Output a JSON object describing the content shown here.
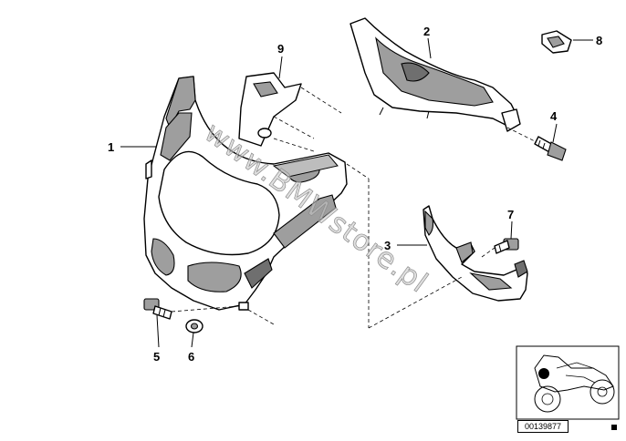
{
  "callouts": [
    {
      "id": "1",
      "label": "1"
    },
    {
      "id": "2",
      "label": "2"
    },
    {
      "id": "3",
      "label": "3"
    },
    {
      "id": "4",
      "label": "4"
    },
    {
      "id": "5",
      "label": "5"
    },
    {
      "id": "6",
      "label": "6"
    },
    {
      "id": "7",
      "label": "7"
    },
    {
      "id": "8",
      "label": "8"
    },
    {
      "id": "9",
      "label": "9"
    }
  ],
  "watermark": "www.BMWstore.pl",
  "reference_number": "00139877",
  "colors": {
    "line": "#000000",
    "shade": "#9e9e9e",
    "background": "#ffffff"
  }
}
